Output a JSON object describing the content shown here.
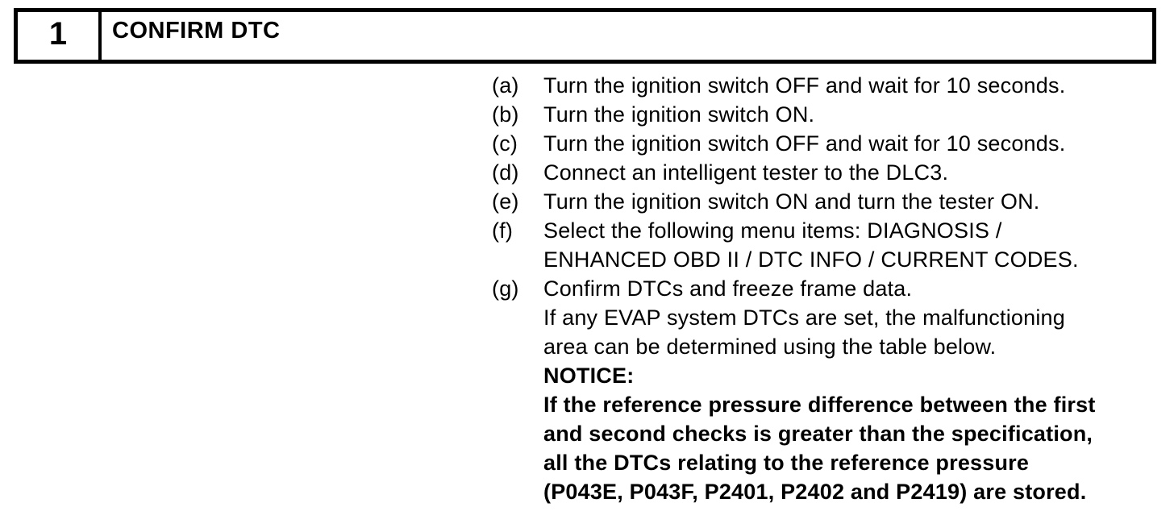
{
  "header": {
    "step_number": "1",
    "title": "CONFIRM DTC"
  },
  "steps": [
    {
      "label": "(a)",
      "text": "Turn the ignition switch OFF and wait for 10 seconds."
    },
    {
      "label": "(b)",
      "text": "Turn the ignition switch ON."
    },
    {
      "label": "(c)",
      "text": "Turn the ignition switch OFF and wait for 10 seconds."
    },
    {
      "label": "(d)",
      "text": "Connect an intelligent tester to the DLC3."
    },
    {
      "label": "(e)",
      "text": "Turn the ignition switch ON and turn the tester ON."
    },
    {
      "label": "(f)",
      "text": "Select the following menu items: DIAGNOSIS /\nENHANCED OBD II / DTC INFO / CURRENT CODES."
    },
    {
      "label": "(g)",
      "text": "Confirm DTCs and freeze frame data.\nIf any EVAP system DTCs are set, the malfunctioning\narea can be determined using the table below.",
      "notice_label": "NOTICE:",
      "notice_text": "If the reference pressure difference between the first\nand second checks is greater than the specification,\nall the DTCs relating to the reference pressure\n(P043E, P043F, P2401, P2402 and P2419) are stored."
    }
  ]
}
